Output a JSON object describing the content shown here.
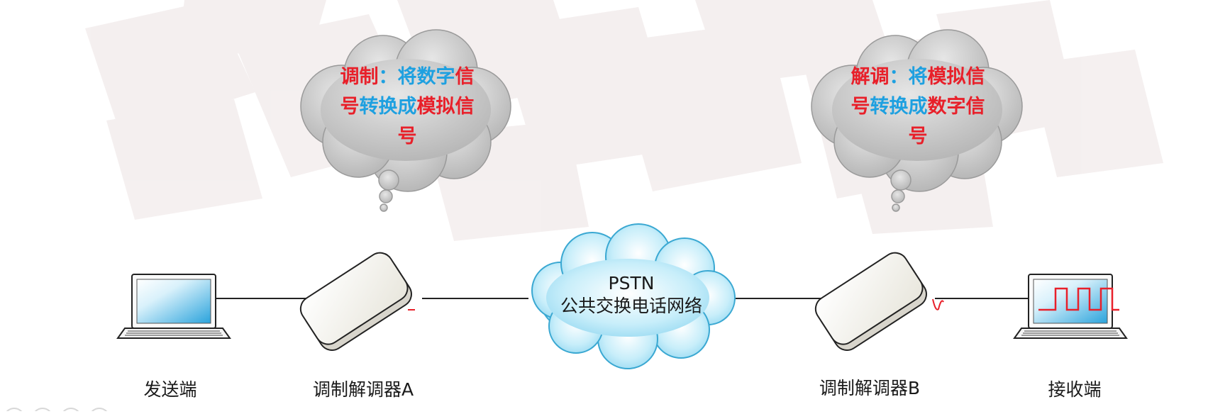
{
  "devices": {
    "sender_label": "发送端",
    "modem_a_label": "调制解调器A",
    "modem_b_label": "调制解调器B",
    "receiver_label": "接收端"
  },
  "network": {
    "line1": "PSTN",
    "line2": "公共交换电话网络"
  },
  "bubble_left": {
    "segments": [
      {
        "text": "调制",
        "color": "#e8202a"
      },
      {
        "text": "：",
        "color": "#1ea0e0"
      },
      {
        "text": "将数字",
        "color": "#1ea0e0"
      },
      {
        "text": "信号",
        "color": "#e8202a"
      },
      {
        "text": "转换成",
        "color": "#1ea0e0"
      },
      {
        "text": "模拟信号",
        "color": "#e8202a"
      }
    ]
  },
  "bubble_right": {
    "segments": [
      {
        "text": "解调",
        "color": "#e8202a"
      },
      {
        "text": "：",
        "color": "#1ea0e0"
      },
      {
        "text": "将",
        "color": "#1ea0e0"
      },
      {
        "text": "模拟信号",
        "color": "#e8202a"
      },
      {
        "text": "转换成",
        "color": "#1ea0e0"
      },
      {
        "text": "数字信号",
        "color": "#e8202a"
      }
    ]
  },
  "colors": {
    "signal": "#e8202a",
    "screen_blue": "#2aa3dc",
    "cloud_fill": "#a8e2f5",
    "bubble_fill": "#c8c8c8"
  }
}
